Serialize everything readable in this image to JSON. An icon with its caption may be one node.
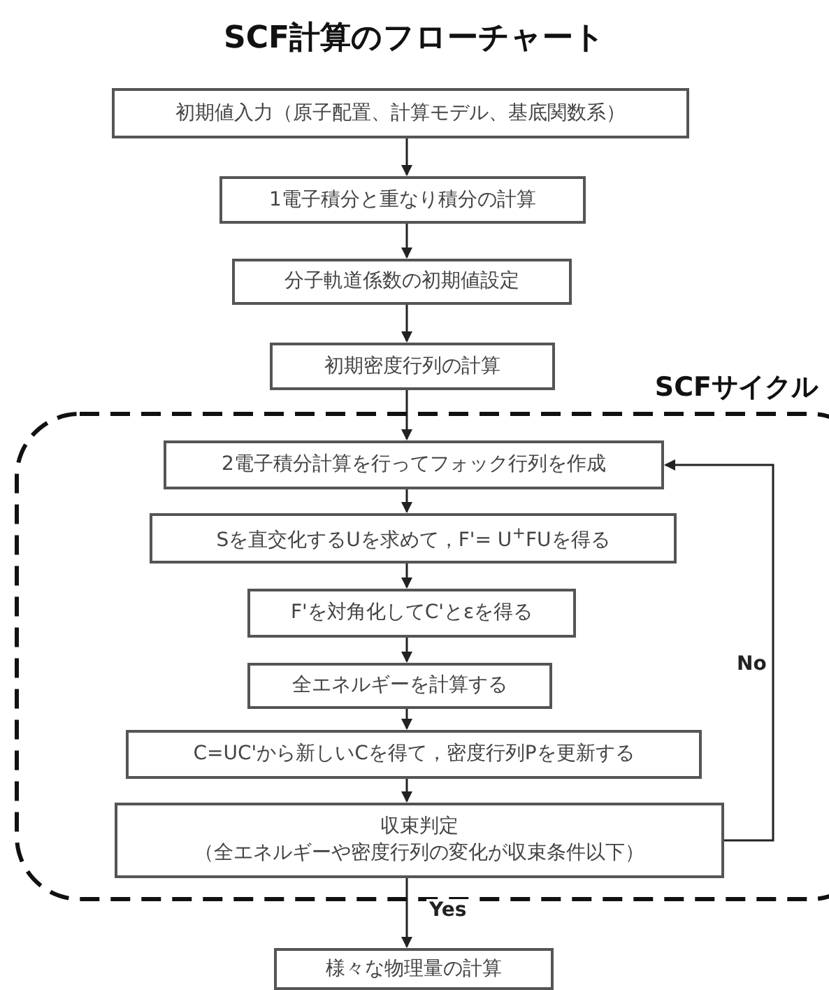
{
  "diagram": {
    "title": "SCF計算のフローチャート",
    "nodes": [
      {
        "text": [
          "初期値入力（原子配置、計算モデル、基底関数系）"
        ]
      },
      {
        "text": [
          "1電子積分と重なり積分の計算"
        ]
      },
      {
        "text": [
          "分子軌道係数の初期値設定"
        ]
      },
      {
        "text": [
          "初期密度行列の計算"
        ]
      },
      {
        "text": [
          "SCFサイクル"
        ]
      },
      {
        "text": [
          "2電子積分計算を行ってフォック行列を作成"
        ],
        "in": 4
      },
      {
        "text": [
          "Sを直交化するUを求めて，F'= U$^{+}$FUを得る"
        ],
        "in": 4
      },
      {
        "text": [
          "F'を対角化してC'とεを得る"
        ],
        "in": 4
      },
      {
        "text": [
          "全エネルギーを計算する"
        ],
        "in": 4
      },
      {
        "text": [
          "C=UC'から新しいCを得て，密度行列Pを更新する"
        ],
        "in": 4
      },
      {
        "text": [
          "収束判定",
          "（全エネルギーや密度行列の変化が収束条件以下）"
        ],
        "in": 4
      },
      {
        "text": [
          "様々な物理量の計算"
        ]
      }
    ],
    "edges": [
      {
        "from": 0,
        "to": 1,
        "arrow": "to"
      },
      {
        "from": 1,
        "to": 2,
        "arrow": "to"
      },
      {
        "from": 2,
        "to": 3,
        "arrow": "to"
      },
      {
        "from": 3,
        "to": 5,
        "arrow": "to"
      },
      {
        "from": 5,
        "to": 6,
        "arrow": "to"
      },
      {
        "from": 6,
        "to": 7,
        "arrow": "to"
      },
      {
        "from": 7,
        "to": 8,
        "arrow": "to"
      },
      {
        "from": 8,
        "to": 9,
        "arrow": "to"
      },
      {
        "from": 9,
        "to": 10,
        "arrow": "to"
      },
      {
        "from": 10,
        "to": 5,
        "arrow": "to",
        "label": "No"
      },
      {
        "from": 10,
        "to": 11,
        "arrow": "to",
        "label": "Yes"
      }
    ]
  }
}
